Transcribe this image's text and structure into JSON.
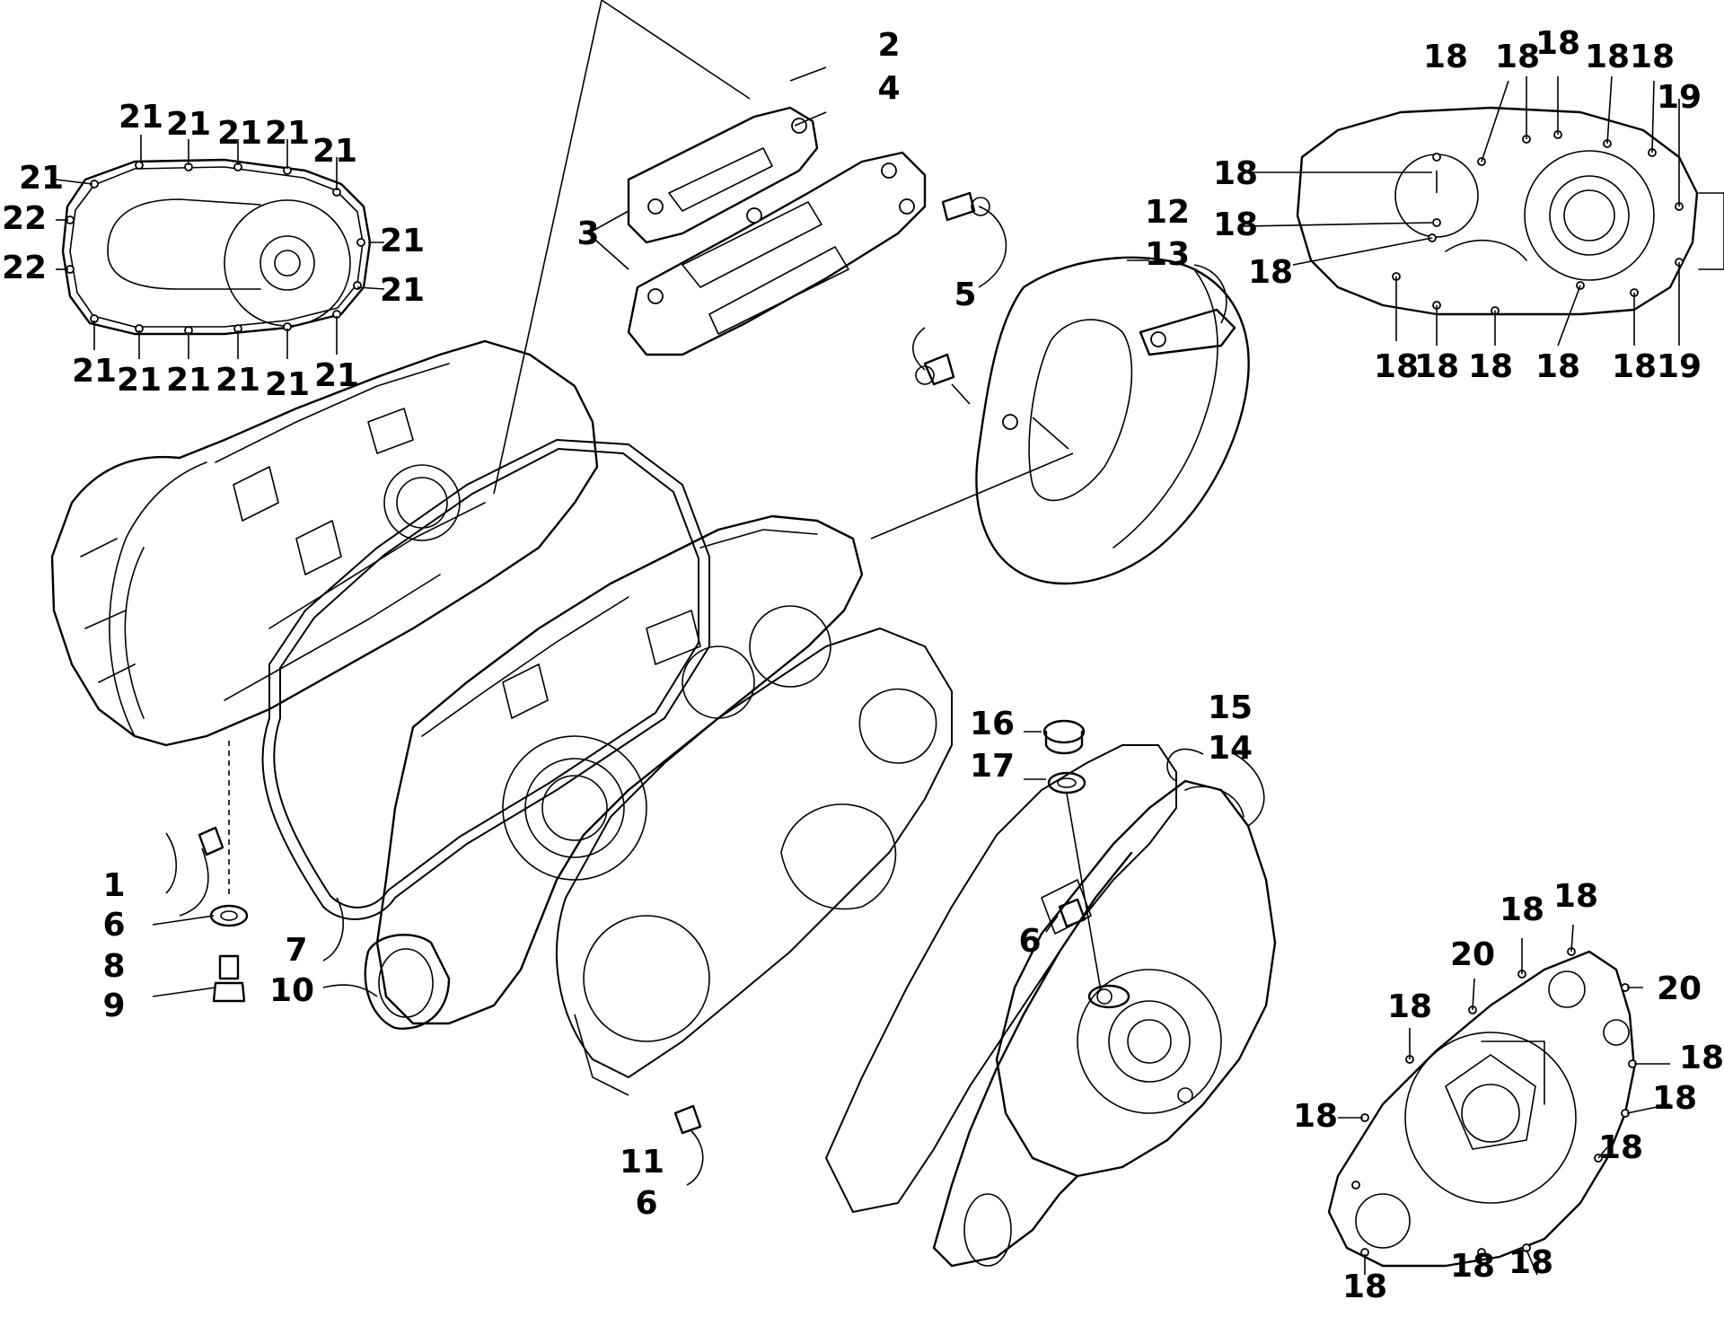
{
  "callouts": {
    "c1": "1",
    "c2": "2",
    "c3": "3",
    "c4": "4",
    "c5": "5",
    "c6": "6",
    "c7": "7",
    "c8": "8",
    "c9": "9",
    "c10": "10",
    "c11": "11",
    "c12": "12",
    "c13": "13",
    "c14": "14",
    "c15": "15",
    "c16": "16",
    "c17": "17",
    "c18": "18",
    "c19": "19",
    "c20": "20",
    "c21": "21",
    "c22": "22"
  }
}
